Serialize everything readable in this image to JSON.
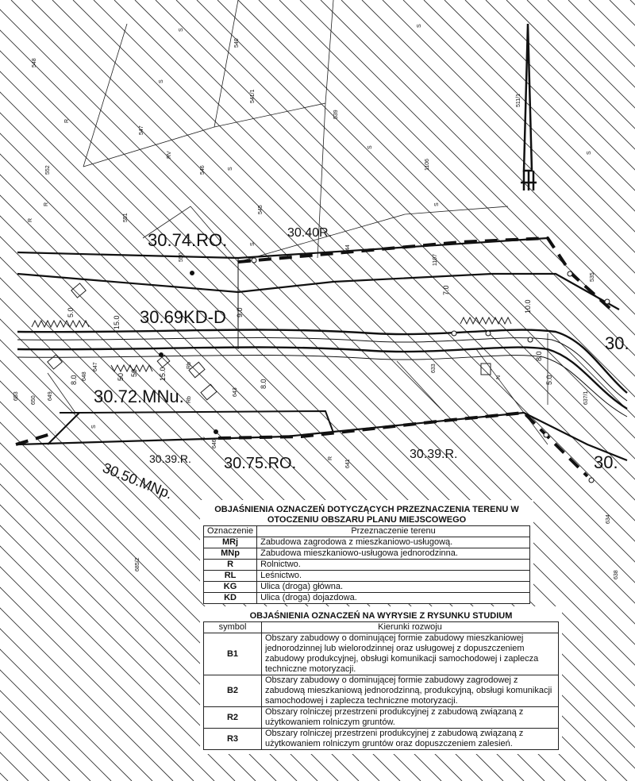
{
  "map": {
    "zone_labels": [
      "30.74.RO.",
      "30.40R.",
      "30.69KD-D",
      "30.72.MNu.",
      "30.39.R.",
      "30.75.RO.",
      "30.39.R.",
      "30.50.MNp.",
      "30.",
      "30."
    ],
    "parcel_numbers": [
      "548",
      "540",
      "541/1",
      "539",
      "547",
      "552",
      "546",
      "545",
      "551",
      "1106",
      "550",
      "544",
      "1107",
      "535",
      "649",
      "648",
      "647",
      "643",
      "633",
      "637/1",
      "650",
      "646",
      "641",
      "634",
      "638",
      "685/2",
      "653",
      "511/1"
    ],
    "land_use_letters": [
      "S",
      "S",
      "S",
      "S",
      "S",
      "R",
      "S",
      "R",
      "RV",
      "S",
      "R",
      "S",
      "S",
      "R",
      "Rb",
      "S",
      "Rb",
      "N"
    ],
    "road_measures": [
      "5.0",
      "8.0",
      "15.0",
      "9.0",
      "50",
      "15.0",
      "50",
      "7.0",
      "8.0",
      "10.0",
      "5.0",
      "8.0"
    ]
  },
  "legend_land_use": {
    "title_line1": "OBJAŚNIENIA OZNACZEŃ DOTYCZĄCYCH PRZEZNACZENIA TERENU W",
    "title_line2": "OTOCZENIU OBSZARU PLANU MIEJSCOWEGO",
    "headers": [
      "Oznaczenie",
      "Przeznaczenie terenu"
    ],
    "rows": [
      {
        "code": "MRj",
        "desc": "Zabudowa zagrodowa z mieszkaniowo-usługową."
      },
      {
        "code": "MNp",
        "desc": "Zabudowa mieszkaniowo-usługowa jednorodzinna."
      },
      {
        "code": "R",
        "desc": "Rolnictwo."
      },
      {
        "code": "RL",
        "desc": "Leśnictwo."
      },
      {
        "code": "KG",
        "desc": "Ulica (droga) główna."
      },
      {
        "code": "KD",
        "desc": "Ulica (droga) dojazdowa."
      }
    ]
  },
  "legend_study": {
    "title": "OBJAŚNIENIA OZNACZEŃ NA WYRYSIE Z RYSUNKU STUDIUM",
    "headers": [
      "symbol",
      "Kierunki rozwoju"
    ],
    "rows": [
      {
        "code": "B1",
        "desc": "Obszary zabudowy o dominującej formie zabudowy mieszkaniowej jednorodzinnej lub wielorodzinnej oraz usługowej z dopuszczeniem zabudowy produkcyjnej, obsługi komunikacji samochodowej i zaplecza techniczne motoryzacji."
      },
      {
        "code": "B2",
        "desc": "Obszary zabudowy o dominującej formie zabudowy zagrodowej z zabudową mieszkaniową jednorodzinną, produkcyjną, obsługi komunikacji samochodowej i zaplecza techniczne motoryzacji."
      },
      {
        "code": "R2",
        "desc": "Obszary rolniczej przestrzeni produkcyjnej z zabudową związaną z użytkowaniem rolniczym gruntów."
      },
      {
        "code": "R3",
        "desc": "Obszary rolniczej przestrzeni produkcyjnej z zabudową związaną z użytkowaniem rolniczym gruntów oraz dopuszczeniem zalesień."
      }
    ]
  }
}
